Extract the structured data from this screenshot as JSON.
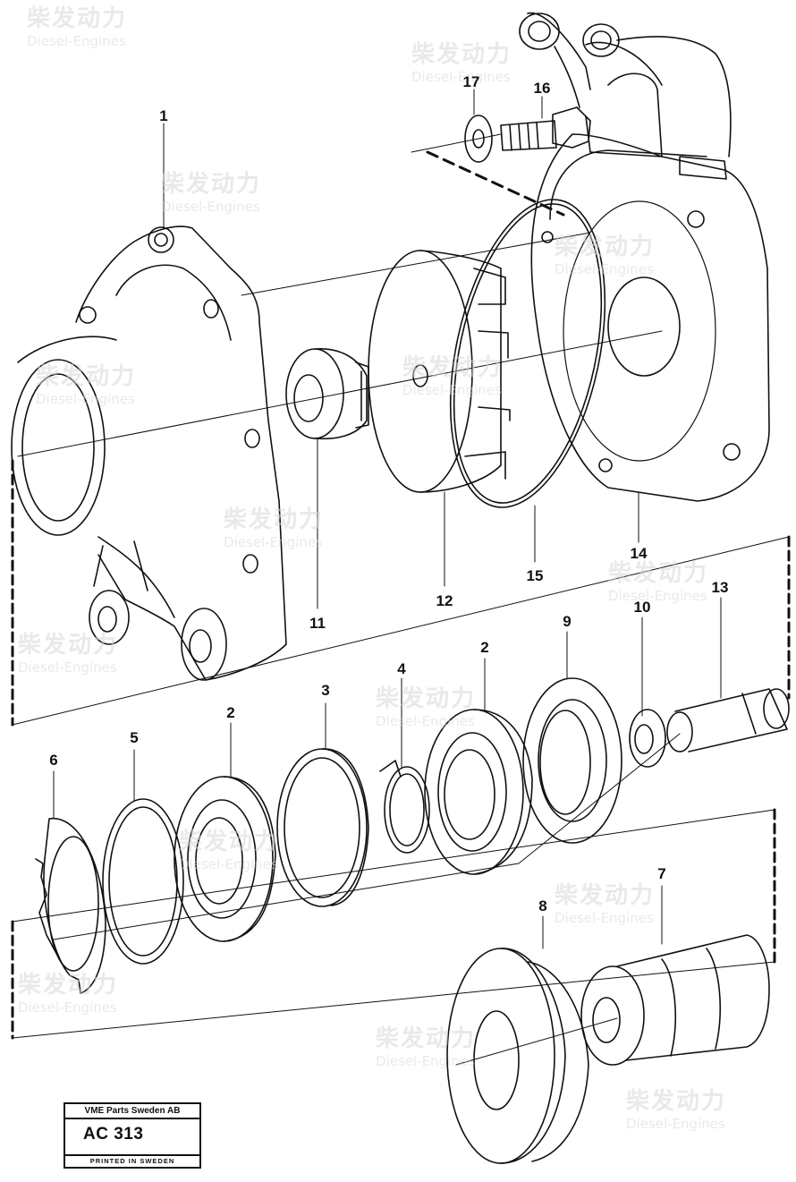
{
  "watermark": {
    "chinese": "柴发动力",
    "english": "Diesel-Engines"
  },
  "callouts": [
    "1",
    "17",
    "16",
    "11",
    "12",
    "15",
    "14",
    "13",
    "10",
    "9",
    "2",
    "4",
    "3",
    "2",
    "5",
    "6",
    "8",
    "7"
  ],
  "title_block": {
    "company": "VME Parts Sweden AB",
    "code": "AC 313",
    "printed": "PRINTED IN SWEDEN"
  }
}
